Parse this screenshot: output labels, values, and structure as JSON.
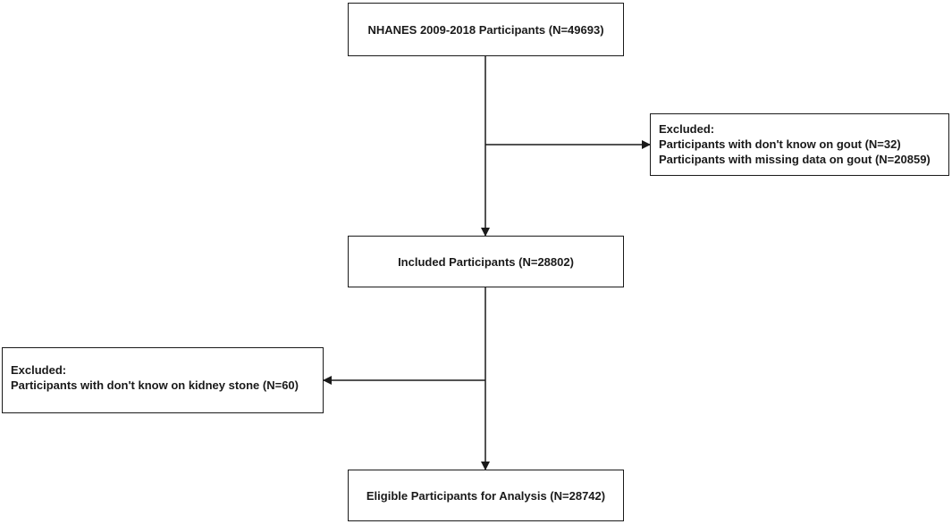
{
  "flowchart": {
    "start_box": {
      "text": "NHANES 2009-2018 Participants (N=49693)"
    },
    "exclusion_1": {
      "heading": "Excluded:",
      "lines": [
        "Participants with don't know on gout (N=32)",
        "Participants with missing data on gout (N=20859)"
      ]
    },
    "included_box": {
      "text": "Included Participants (N=28802)"
    },
    "exclusion_2": {
      "heading": "Excluded:",
      "lines": [
        "Participants with don't know on kidney stone (N=60)"
      ]
    },
    "final_box": {
      "text": "Eligible Participants for Analysis (N=28742)"
    }
  }
}
